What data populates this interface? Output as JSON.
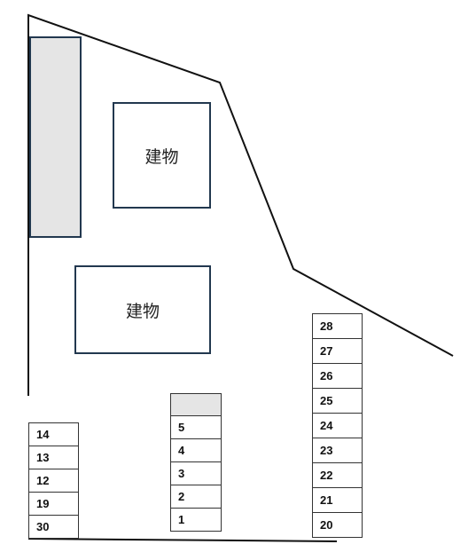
{
  "colors": {
    "outline": "#22384f",
    "gray_fill": "#e5e5e5",
    "line": "#111111"
  },
  "buildings": [
    {
      "label": "建物"
    },
    {
      "label": "建物"
    }
  ],
  "stall_columns": {
    "left": [
      "14",
      "13",
      "12",
      "19",
      "30"
    ],
    "middle": [
      "",
      "5",
      "4",
      "3",
      "2",
      "1"
    ],
    "right": [
      "28",
      "27",
      "26",
      "25",
      "24",
      "23",
      "22",
      "21",
      "20"
    ]
  }
}
